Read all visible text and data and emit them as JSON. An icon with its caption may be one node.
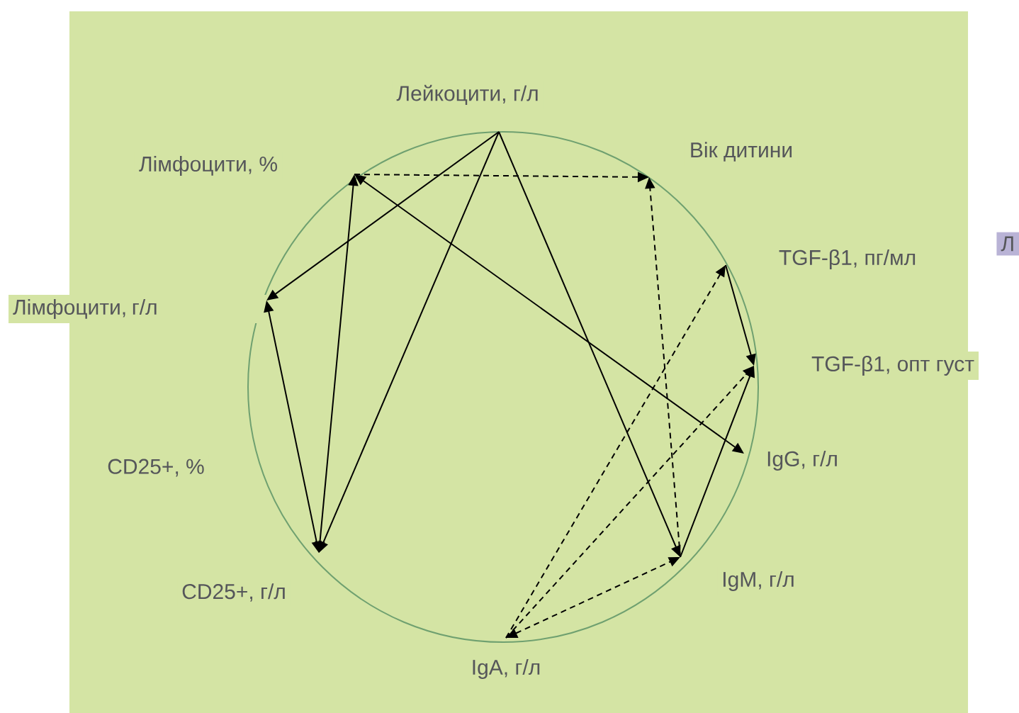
{
  "diagram": {
    "nodes": [
      {
        "text": [
          "Лейкоцити, г/л"
        ]
      },
      {
        "text": [
          "Лімфоцити, %"
        ]
      },
      {
        "text": [
          "Вік дитини"
        ]
      },
      {
        "text": [
          "TGF-β1, пг/мл"
        ]
      },
      {
        "text": [
          "Лімфоцити, г/л"
        ]
      },
      {
        "text": [
          "TGF-β1, опт густ"
        ]
      },
      {
        "text": [
          "CD25+, %"
        ]
      },
      {
        "text": [
          "IgG, г/л"
        ]
      },
      {
        "text": [
          "CD25+, г/л"
        ]
      },
      {
        "text": [
          "IgM, г/л"
        ]
      },
      {
        "text": [
          "IgA, г/л"
        ]
      }
    ],
    "edges": [
      {
        "from": 0,
        "to": 4,
        "arrow": "to"
      },
      {
        "from": 0,
        "to": 8,
        "arrow": "to"
      },
      {
        "from": 0,
        "to": 9,
        "arrow": "to"
      },
      {
        "from": 8,
        "to": 4,
        "arrow": "both"
      },
      {
        "from": 8,
        "to": 1,
        "arrow": "both"
      },
      {
        "from": 1,
        "to": 7,
        "arrow": "both"
      },
      {
        "from": 9,
        "to": 5,
        "arrow": "to"
      },
      {
        "from": 3,
        "to": 5,
        "arrow": "to"
      },
      {
        "from": 1,
        "to": 2,
        "arrow": "to",
        "style": "dashed"
      },
      {
        "from": 9,
        "to": 2,
        "arrow": "to",
        "style": "dashed"
      },
      {
        "from": 10,
        "to": 3,
        "arrow": "to",
        "style": "dashed"
      },
      {
        "from": 10,
        "to": 5,
        "arrow": "to",
        "style": "dashed"
      },
      {
        "from": 10,
        "to": 9,
        "arrow": "both",
        "style": "dashed"
      }
    ],
    "labels": [
      "Л"
    ]
  }
}
